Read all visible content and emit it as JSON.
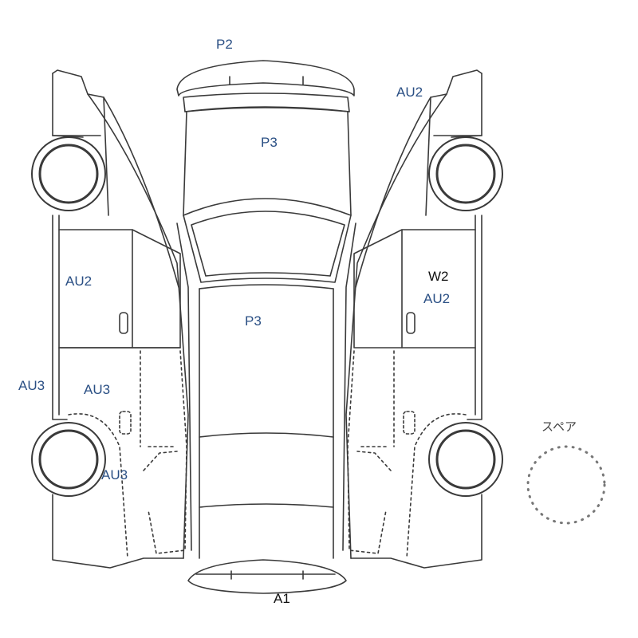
{
  "colors": {
    "outline": "#3a3a3a",
    "damage_label": "#2a4f84",
    "label_black": "#111111"
  },
  "diagram": {
    "labels": {
      "roof_front": "P2",
      "roof": "P3",
      "hood": "P3",
      "front_bumper": "A1",
      "right_front_fender": "AU2",
      "right_door": "W2",
      "right_door_2": "AU2",
      "left_door": "AU2",
      "left_rear_panel": "AU3",
      "left_rear_outer": "AU3",
      "left_rear_lower": "AU3",
      "spare": "スペア"
    }
  }
}
